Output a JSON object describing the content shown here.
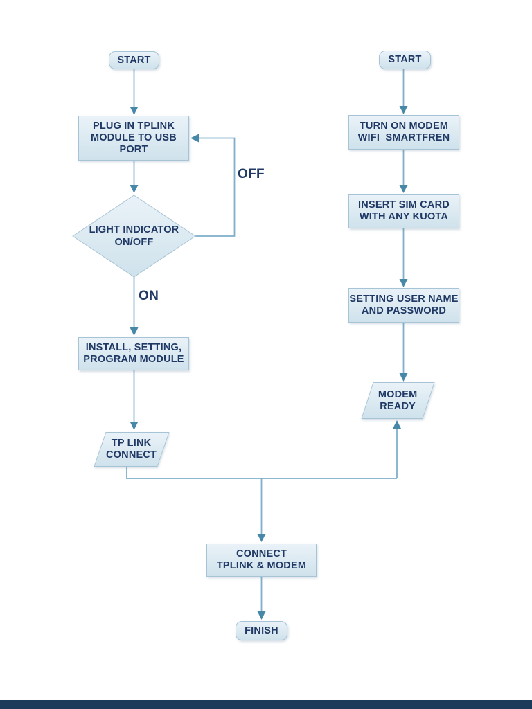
{
  "colors": {
    "background": "#ffffff",
    "node_fill_top": "#eaf2f8",
    "node_fill_bottom": "#cfe2ec",
    "node_border": "#a6c4d5",
    "text": "#1f3864",
    "line": "#7fafca",
    "arrowhead": "#4787a8",
    "footer_bar": "#1c3a5a"
  },
  "left_branch": {
    "start": {
      "label": "START"
    },
    "plug_module": {
      "lines": [
        "PLUG IN TPLINK",
        "MODULE TO USB",
        "PORT"
      ]
    },
    "light_indicator": {
      "lines": [
        "LIGHT INDICATOR",
        "ON/OFF"
      ]
    },
    "install_setting": {
      "lines": [
        "INSTALL, SETTING,",
        "PROGRAM MODULE"
      ]
    },
    "tplink_connect": {
      "lines": [
        "TP LINK",
        "CONNECT"
      ]
    }
  },
  "right_branch": {
    "start": {
      "label": "START"
    },
    "turn_on_modem": {
      "lines": [
        "TURN ON MODEM",
        "WIFI  SMARTFREN"
      ]
    },
    "insert_sim": {
      "lines": [
        "INSERT SIM CARD",
        "WITH ANY KUOTA"
      ]
    },
    "setting_user": {
      "lines": [
        "SETTING USER NAME",
        "AND PASSWORD"
      ]
    },
    "modem_ready": {
      "lines": [
        "MODEM",
        "READY"
      ]
    }
  },
  "merge": {
    "connect_tplink_modem": {
      "lines": [
        "CONNECT",
        "TPLINK & MODEM"
      ]
    },
    "finish": {
      "label": "FINISH"
    }
  },
  "edge_labels": {
    "on": "ON",
    "off": "OFF"
  }
}
